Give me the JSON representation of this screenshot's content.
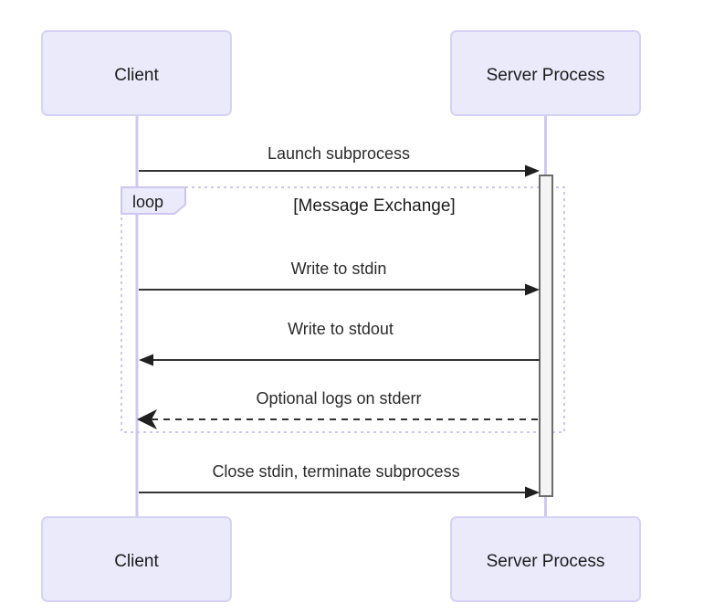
{
  "diagram": {
    "type": "sequence-diagram",
    "title": "",
    "colors": {
      "actor_fill": "#eaeafb",
      "actor_border": "#d6d2f5",
      "lifeline": "#cfc8f2",
      "loop_border": "#cfc6f0",
      "activation_fill": "#f4f4f4",
      "activation_border": "#6b6b6b",
      "message_line": "#333333",
      "text": "#1c1c1c",
      "background": "#ffffff"
    },
    "participants": [
      {
        "id": "client",
        "label": "Client"
      },
      {
        "id": "server",
        "label": "Server Process"
      }
    ],
    "participants_bottom": [
      {
        "id": "client",
        "label": "Client"
      },
      {
        "id": "server",
        "label": "Server Process"
      }
    ],
    "fragment": {
      "kind": "loop",
      "tag_label": "loop",
      "title_label": "[Message Exchange]"
    },
    "messages": [
      {
        "index": 0,
        "label": "Launch subprocess",
        "from": "client",
        "to": "server",
        "direction": "right",
        "style": "solid",
        "arrow": "filled"
      },
      {
        "index": 1,
        "label": "Write to stdin",
        "from": "client",
        "to": "server",
        "direction": "right",
        "style": "solid",
        "arrow": "filled"
      },
      {
        "index": 2,
        "label": "Write to stdout",
        "from": "server",
        "to": "client",
        "direction": "left",
        "style": "solid",
        "arrow": "filled"
      },
      {
        "index": 3,
        "label": "Optional logs on stderr",
        "from": "server",
        "to": "client",
        "direction": "left",
        "style": "dashed",
        "arrow": "barbed"
      },
      {
        "index": 4,
        "label": "Close stdin, terminate subprocess",
        "from": "client",
        "to": "server",
        "direction": "right",
        "style": "solid",
        "arrow": "filled"
      }
    ]
  }
}
